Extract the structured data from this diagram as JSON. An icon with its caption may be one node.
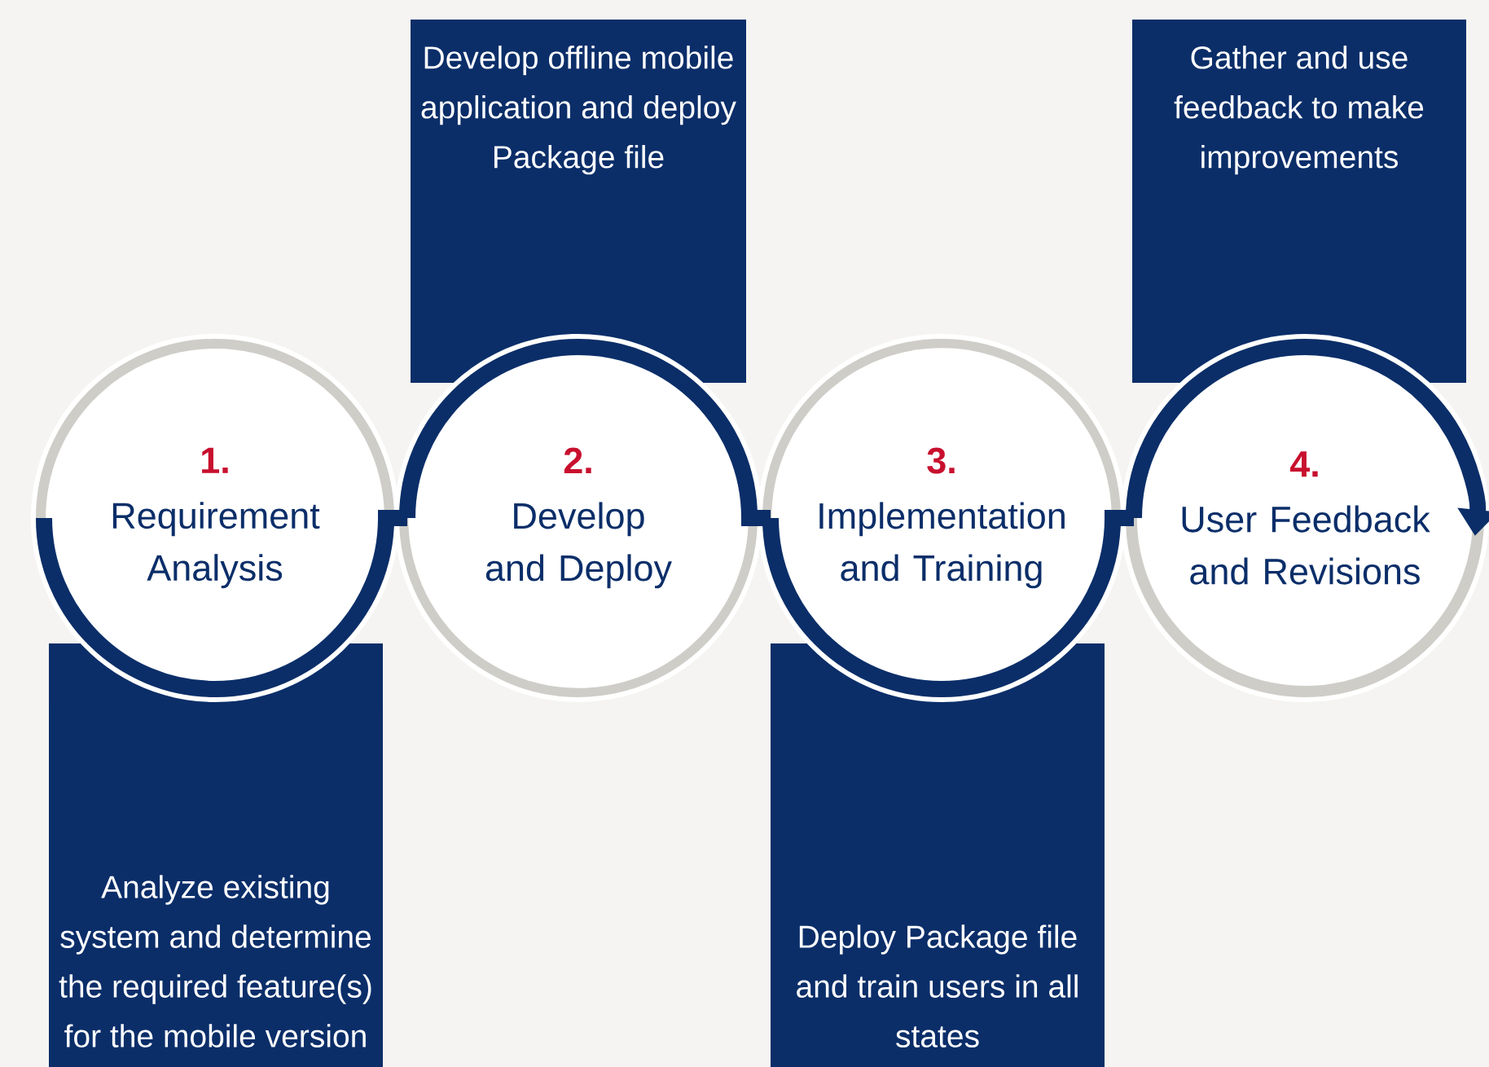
{
  "diagram": {
    "nodes": [
      {
        "text": [
          "1.",
          "Requirement Analysis"
        ]
      },
      {
        "text": [
          "2.",
          "Develop and Deploy"
        ]
      },
      {
        "text": [
          "3.",
          "Implementation and Training"
        ]
      },
      {
        "text": [
          "4.",
          "User Feedback and Revisions"
        ]
      },
      {
        "text": [
          "Analyze existing system and determine the required feature(s) for the mobile version"
        ]
      },
      {
        "text": [
          "Develop offline mobile application and deploy Package file"
        ]
      },
      {
        "text": [
          "Deploy Package file and train users in all states"
        ]
      },
      {
        "text": [
          "Gather and use feedback to make improvements"
        ]
      }
    ],
    "edges": [
      {
        "from": 0,
        "to": 1,
        "arrow": "none"
      },
      {
        "from": 1,
        "to": 2,
        "arrow": "none"
      },
      {
        "from": 2,
        "to": 3,
        "arrow": "none"
      },
      {
        "from": 3,
        "to": null,
        "arrow": "to"
      }
    ]
  }
}
